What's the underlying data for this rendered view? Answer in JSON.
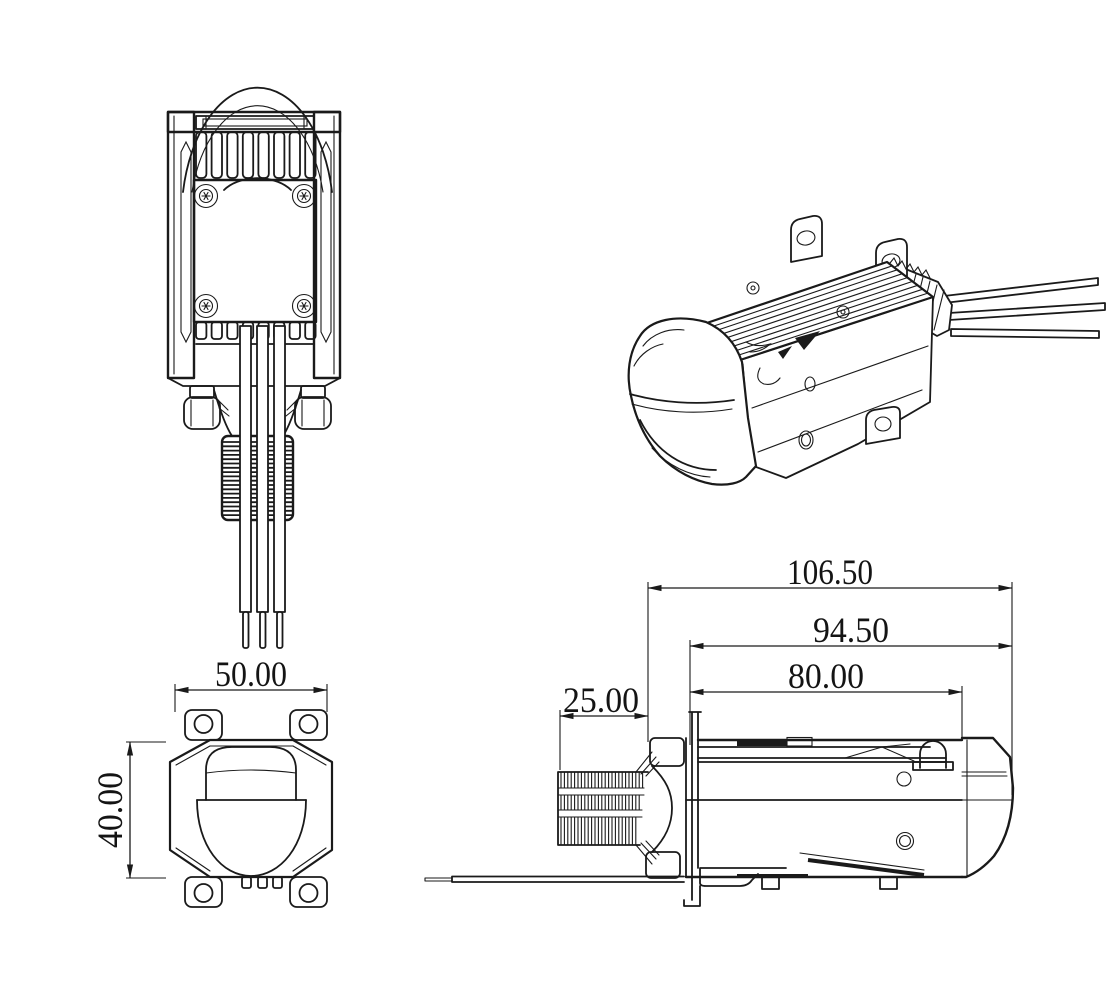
{
  "page": {
    "background": "#ffffff",
    "line_color": "#1a1a1a"
  },
  "views": {
    "front_lens_view": {
      "dim_width": "50.00",
      "dim_height": "40.00"
    },
    "side_view": {
      "dim_overall": "106.50",
      "dim_body": "94.50",
      "dim_housing": "80.00",
      "dim_thread": "25.00"
    }
  }
}
